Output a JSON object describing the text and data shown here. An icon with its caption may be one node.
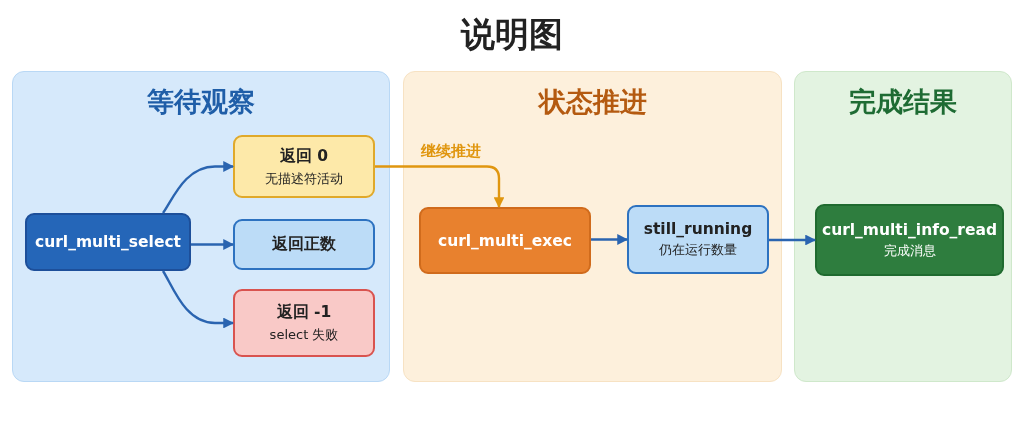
{
  "diagram": {
    "title": "说明图",
    "nodes": [
      {
        "text": [
          "等待观察"
        ]
      },
      {
        "text": [
          "curl_multi_select"
        ],
        "in": 0
      },
      {
        "text": [
          "返回 0",
          "无描述符活动"
        ],
        "in": 0
      },
      {
        "text": [
          "返回正数"
        ],
        "in": 0
      },
      {
        "text": [
          "返回 -1",
          "select 失败"
        ],
        "in": 0
      },
      {
        "text": [
          "状态推进"
        ]
      },
      {
        "text": [
          "curl_multi_exec"
        ],
        "in": 5
      },
      {
        "text": [
          "still_running",
          "仍在运行数量"
        ],
        "in": 5
      },
      {
        "text": [
          "完成结果"
        ]
      },
      {
        "text": [
          "curl_multi_info_read",
          "完成消息"
        ],
        "in": 8
      }
    ],
    "edges": [
      {
        "from": 1,
        "to": 2,
        "arrow": "to"
      },
      {
        "from": 1,
        "to": 3,
        "arrow": "to"
      },
      {
        "from": 1,
        "to": 4,
        "arrow": "to"
      },
      {
        "from": 2,
        "to": 6,
        "arrow": "to",
        "label": "继续推进",
        "color": "#e0960f"
      },
      {
        "from": 6,
        "to": 7,
        "arrow": "to"
      },
      {
        "from": 7,
        "to": 9,
        "arrow": "to"
      }
    ]
  }
}
